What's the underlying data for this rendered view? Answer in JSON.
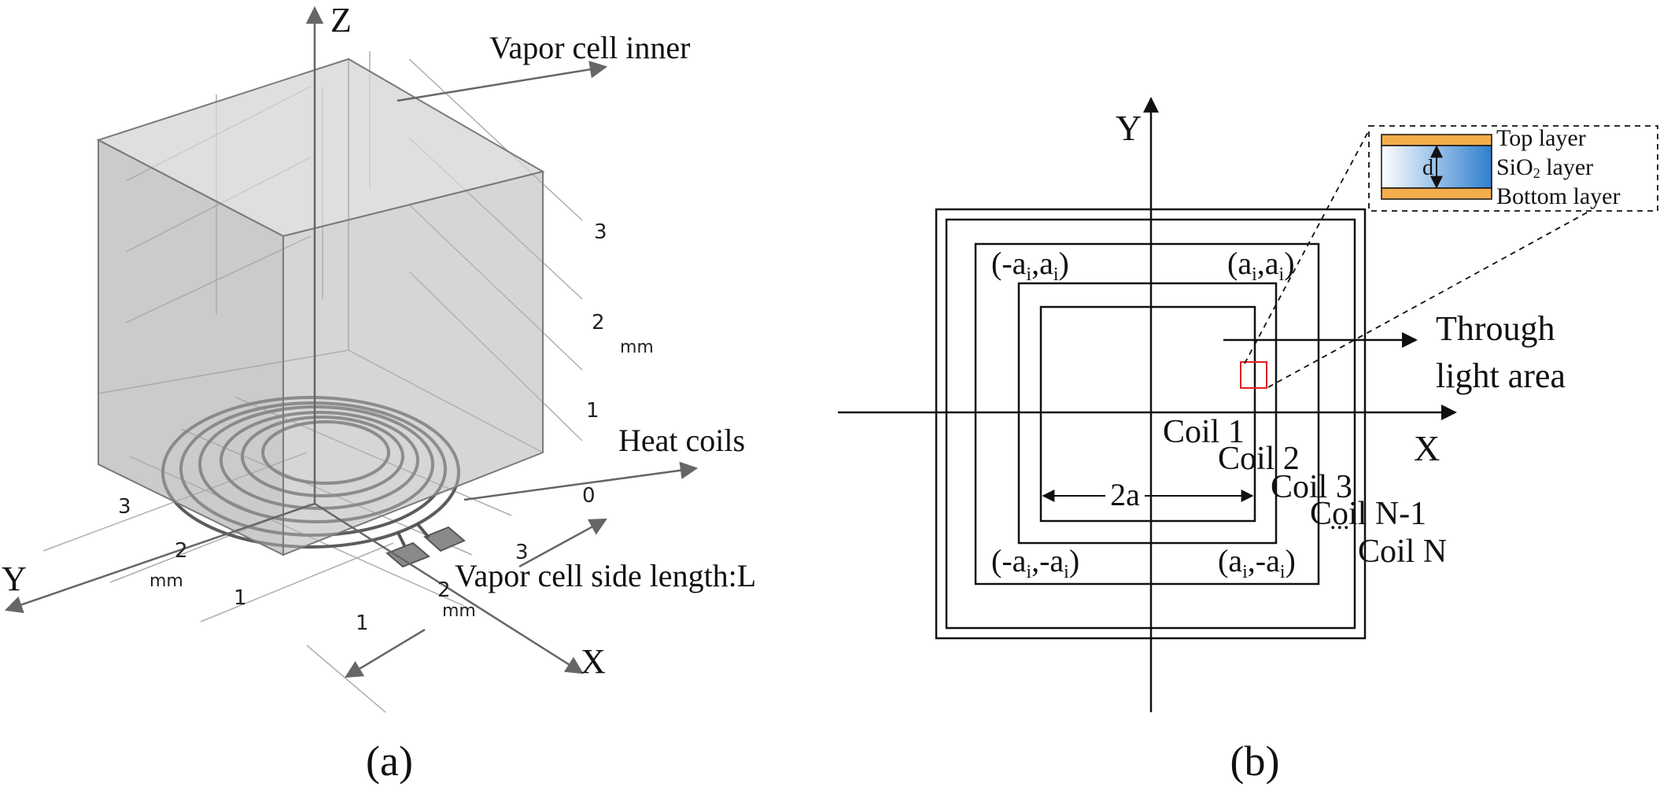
{
  "panel_a": {
    "axis_z": "Z",
    "axis_y": "Y",
    "axis_x": "X",
    "label_vapor_inner": "Vapor cell inner",
    "label_heat_coils": "Heat coils",
    "label_side_length": "Vapor cell side length:L",
    "z_ticks": [
      "3",
      "2",
      "1",
      "0"
    ],
    "z_unit": "mm",
    "y_ticks": [
      "3",
      "2",
      "1"
    ],
    "y_unit": "mm",
    "x_ticks": [
      "1",
      "2",
      "3"
    ],
    "x_unit": "mm",
    "caption": "(a)"
  },
  "panel_b": {
    "axis_y": "Y",
    "axis_x": "X",
    "corner_tl": "(-a",
    "corner_tl_sub1": "i",
    "corner_tl_mid": ",a",
    "corner_tl_sub2": "i",
    "corner_tl_end": ")",
    "corner_tr": "(a",
    "corner_tr_sub1": "i",
    "corner_tr_mid": ",a",
    "corner_tr_sub2": "i",
    "corner_tr_end": ")",
    "corner_bl": "(-a",
    "corner_bl_sub1": "i",
    "corner_bl_mid": ",-a",
    "corner_bl_sub2": "i",
    "corner_bl_end": ")",
    "corner_br": "(a",
    "corner_br_sub1": "i",
    "corner_br_mid": ",-a",
    "corner_br_sub2": "i",
    "corner_br_end": ")",
    "dim_2a": "2a",
    "coils": [
      "Coil 1",
      "Coil 2",
      "Coil 3",
      "Coil N-1",
      "Coil N"
    ],
    "ellipsis": "...",
    "through_light_1": "Through",
    "through_light_2": "light area",
    "inset_top": "Top layer",
    "inset_sio2_a": "SiO",
    "inset_sio2_sub": "2",
    "inset_sio2_b": " layer",
    "inset_bottom": "Bottom layer",
    "inset_d": "d",
    "caption": "(b)"
  },
  "colors": {
    "line": "#111111",
    "axis_gray": "#666666",
    "cube_fill": "#bdbdbd",
    "orange_layer": "#f4ad4c",
    "sio2_blue": "#2f7fcf",
    "highlight_red": "#e02020"
  }
}
